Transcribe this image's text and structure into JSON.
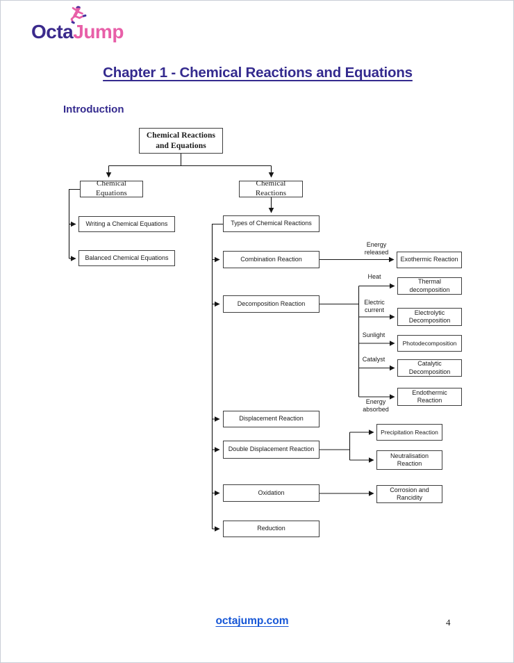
{
  "header": {
    "logo_octa": "Octa",
    "logo_jump": "Jump",
    "title": "Chapter 1 - Chemical Reactions and Equations",
    "section_heading": "Introduction"
  },
  "colors": {
    "title_indigo": "#342a8e",
    "logo_indigo": "#3b2a8c",
    "logo_pink": "#e85fa8",
    "footer_link_blue": "#1656d6",
    "diagram_line": "#161616"
  },
  "flowchart": {
    "type": "flowchart",
    "nodes": {
      "root": "Chemical Reactions and Equations",
      "chemical_equations": "Chemical Equations",
      "chemical_reactions": "Chemical Reactions",
      "writing_chemical_equations": "Writing a Chemical Equations",
      "balanced_chemical_equations": "Balanced Chemical Equations",
      "types_of_chemical_reactions": "Types of Chemical Reactions",
      "combination_reaction": "Combination Reaction",
      "exothermic_reaction": "Exothermic Reaction",
      "decomposition_reaction": "Decomposition Reaction",
      "thermal_decomposition": "Thermal decomposition",
      "electrolytic_decomposition": "Electrolytic Decomposition",
      "photodecomposition": "Photodecomposition",
      "catalytic_decomposition": "Catalytic Decomposition",
      "endothermic_reaction": "Endothermic Reaction",
      "displacement_reaction": "Displacement Reaction",
      "double_displacement_reaction": "Double Displacement Reaction",
      "precipitation_reaction": "Precipitation Reaction",
      "neutralisation_reaction": "Neutralisation Reaction",
      "oxidation": "Oxidation",
      "corrosion_and_rancidity": "Corrosion and Rancidity",
      "reduction": "Reduction"
    },
    "edge_labels": {
      "energy_released": "Energy released",
      "heat": "Heat",
      "electric_current": "Electric current",
      "sunlight": "Sunlight",
      "catalyst": "Catalyst",
      "energy_absorbed": "Energy absorbed"
    },
    "edges": [
      {
        "from": "root",
        "to": "chemical_equations"
      },
      {
        "from": "root",
        "to": "chemical_reactions"
      },
      {
        "from": "chemical_equations",
        "to": "writing_chemical_equations"
      },
      {
        "from": "chemical_equations",
        "to": "balanced_chemical_equations"
      },
      {
        "from": "chemical_reactions",
        "to": "types_of_chemical_reactions"
      },
      {
        "from": "types_of_chemical_reactions",
        "to": "combination_reaction"
      },
      {
        "from": "types_of_chemical_reactions",
        "to": "decomposition_reaction"
      },
      {
        "from": "types_of_chemical_reactions",
        "to": "displacement_reaction"
      },
      {
        "from": "types_of_chemical_reactions",
        "to": "double_displacement_reaction"
      },
      {
        "from": "types_of_chemical_reactions",
        "to": "oxidation"
      },
      {
        "from": "types_of_chemical_reactions",
        "to": "reduction"
      },
      {
        "from": "combination_reaction",
        "to": "exothermic_reaction",
        "label": "Energy released"
      },
      {
        "from": "decomposition_reaction",
        "to": "thermal_decomposition",
        "label": "Heat"
      },
      {
        "from": "decomposition_reaction",
        "to": "electrolytic_decomposition",
        "label": "Electric current"
      },
      {
        "from": "decomposition_reaction",
        "to": "photodecomposition",
        "label": "Sunlight"
      },
      {
        "from": "decomposition_reaction",
        "to": "catalytic_decomposition",
        "label": "Catalyst"
      },
      {
        "from": "decomposition_reaction",
        "to": "endothermic_reaction",
        "label": "Energy absorbed"
      },
      {
        "from": "double_displacement_reaction",
        "to": "precipitation_reaction"
      },
      {
        "from": "double_displacement_reaction",
        "to": "neutralisation_reaction"
      },
      {
        "from": "oxidation",
        "to": "corrosion_and_rancidity"
      }
    ]
  },
  "footer": {
    "link": "octajump.com",
    "page_number": "4"
  }
}
